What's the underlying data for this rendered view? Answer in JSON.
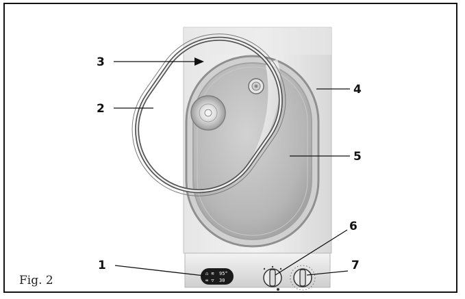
{
  "figure": {
    "label": "Fig. 2"
  },
  "callouts": [
    {
      "number": "1",
      "part": "control-display"
    },
    {
      "number": "2",
      "part": "lid-gasket"
    },
    {
      "number": "3",
      "part": "glass-lid"
    },
    {
      "number": "4",
      "part": "steam-pan-rim"
    },
    {
      "number": "5",
      "part": "steam-pan"
    },
    {
      "number": "6",
      "part": "function-knob"
    },
    {
      "number": "7",
      "part": "timer-knob"
    }
  ],
  "display": {
    "line1": "95°",
    "line2": "30"
  },
  "colors": {
    "frame": "#111111",
    "stainless": "#d9d9d9",
    "pan": "#b9b9b9",
    "display": "#1b1b1b"
  }
}
